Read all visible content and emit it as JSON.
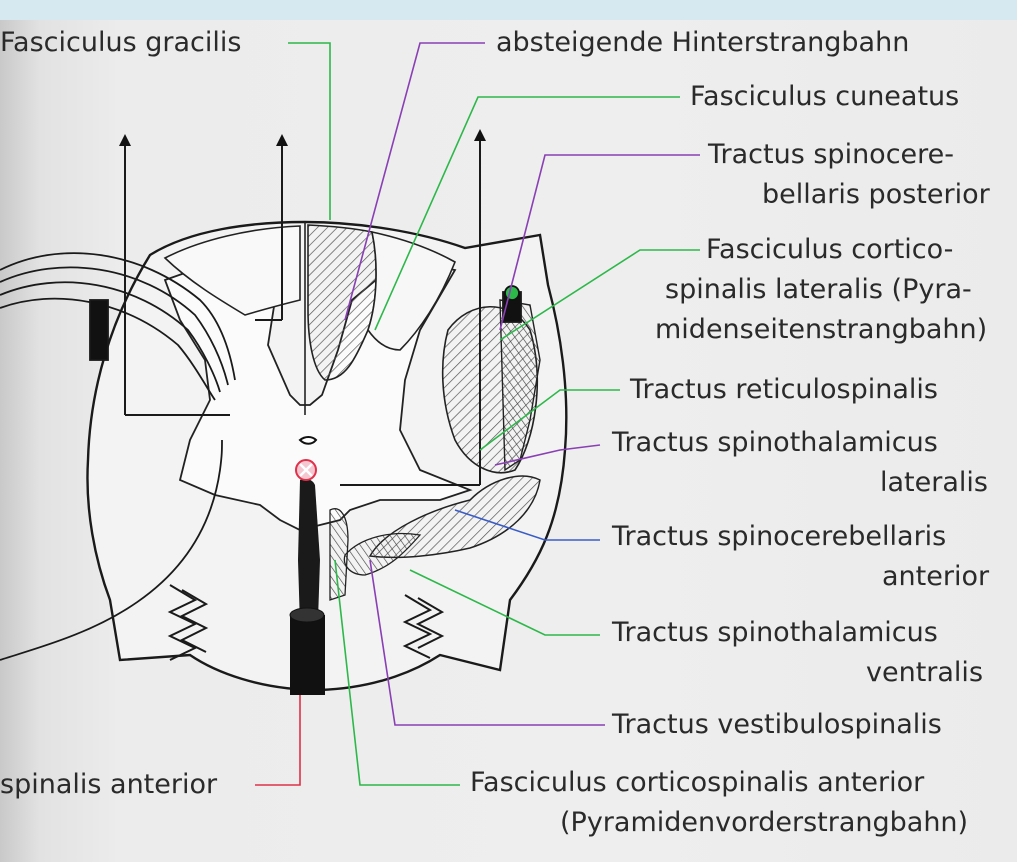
{
  "labels": {
    "fasciculus_gracilis": "Fasciculus gracilis",
    "absteigende_hinterstrangbahn": "absteigende Hinterstrangbahn",
    "fasciculus_cuneatus": "Fasciculus cuneatus",
    "spinocerebellaris_posterior_1": "Tractus spinocere-",
    "spinocerebellaris_posterior_2": "bellaris posterior",
    "corticospinalis_lateralis_1": "Fasciculus cortico-",
    "corticospinalis_lateralis_2": "spinalis lateralis (Pyra-",
    "corticospinalis_lateralis_3": "midenseitenstrangbahn)",
    "reticulospinalis": "Tractus reticulospinalis",
    "spinothalamicus_lateralis_1": "Tractus spinothalamicus",
    "spinothalamicus_lateralis_2": "lateralis",
    "spinocerebellaris_anterior_1": "Tractus spinocerebellaris",
    "spinocerebellaris_anterior_2": "anterior",
    "spinothalamicus_ventralis_1": "Tractus spinothalamicus",
    "spinothalamicus_ventralis_2": "ventralis",
    "vestibulospinalis": "Tractus vestibulospinalis",
    "corticospinalis_anterior_1": "Fasciculus corticospinalis anterior",
    "corticospinalis_anterior_2": "(Pyramidenvorderstrangbahn)",
    "spinalis_anterior": "spinalis anterior"
  },
  "colors": {
    "background": "#d6e9f1",
    "paper": "#ececec",
    "line_green": "#2db84a",
    "line_purple": "#8a3fb5",
    "line_blue": "#3a5cc8",
    "line_red": "#e0304a",
    "ink": "#1a1a1a"
  }
}
